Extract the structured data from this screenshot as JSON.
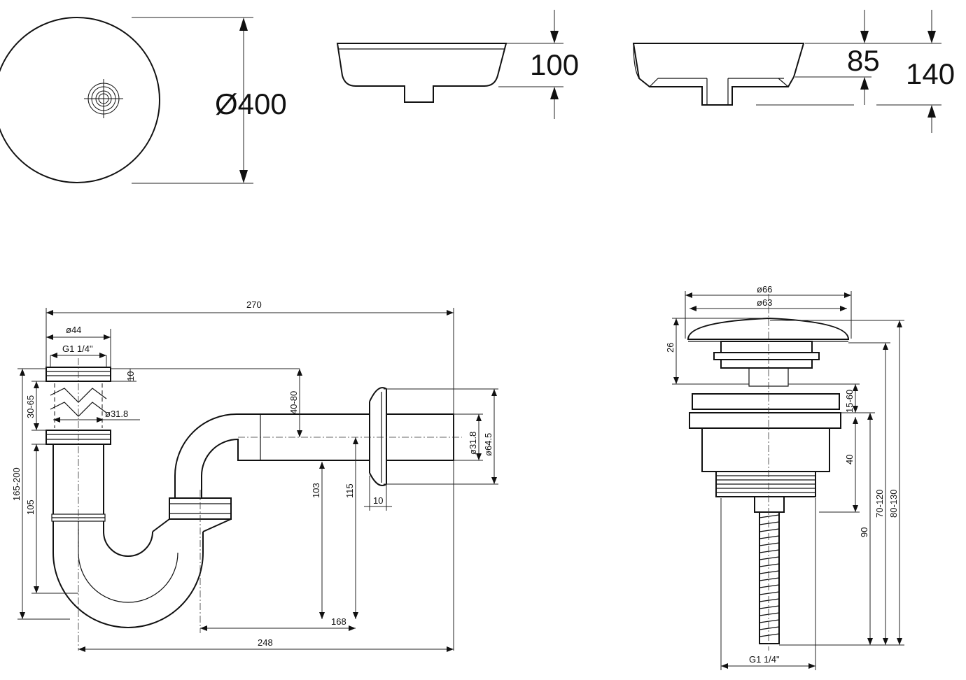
{
  "basin": {
    "top_view": {
      "diameter_label": "Ø400"
    },
    "side_view_1": {
      "height_label": "100"
    },
    "side_view_2": {
      "bowl_height_label": "85",
      "total_height_label": "140"
    }
  },
  "siphon": {
    "overall_length": "270",
    "inlet_diameter": "ø44",
    "thread": "G1 1/4\"",
    "top_gap": "10",
    "adjust_range_top": "30-65",
    "pipe_diameter": "ø31.8",
    "total_height": "165-200",
    "body_height": "105",
    "outlet_offset": "40-80",
    "rise_1": "103",
    "rise_2": "115",
    "flange_thickness": "10",
    "outlet_pipe_diameter": "ø31.8",
    "flange_diameter": "ø64.5",
    "horizontal_168": "168",
    "horizontal_248": "248"
  },
  "drain_valve": {
    "cap_outer_diameter": "ø66",
    "cap_inner_diameter": "ø63",
    "cap_height": "26",
    "gap": "15-60",
    "body_height": "40",
    "shank_length": "90",
    "range_1": "70-120",
    "range_2": "80-130",
    "thread": "G1 1/4\""
  }
}
